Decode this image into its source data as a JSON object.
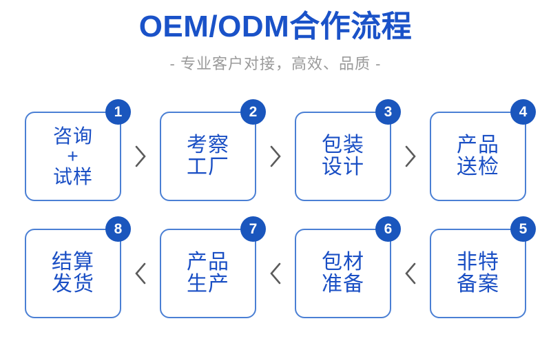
{
  "header": {
    "title": "OEM/ODM合作流程",
    "subtitle": "- 专业客户对接，高效、品质 -",
    "title_color": "#1a52c8",
    "subtitle_color": "#9a9a9a"
  },
  "theme": {
    "box_border": "#4a7fd4",
    "box_text": "#1a4fc4",
    "badge_fill": "#1a56bd",
    "badge_text": "#ffffff",
    "chevron": "#5b5b5b",
    "background": "#ffffff"
  },
  "flow": {
    "rows": [
      {
        "direction": "right",
        "connector_icon": "chevron-right-icon",
        "steps": [
          {
            "number": "1",
            "label": "咨询\n+\n试样",
            "lines": [
              "咨询",
              "+",
              "试样"
            ]
          },
          {
            "number": "2",
            "label": "考察\n工厂",
            "lines": [
              "考察",
              "工厂"
            ]
          },
          {
            "number": "3",
            "label": "包装\n设计",
            "lines": [
              "包装",
              "设计"
            ]
          },
          {
            "number": "4",
            "label": "产品\n送检",
            "lines": [
              "产品",
              "送检"
            ]
          }
        ]
      },
      {
        "direction": "left",
        "connector_icon": "chevron-left-icon",
        "steps": [
          {
            "number": "8",
            "label": "结算\n发货",
            "lines": [
              "结算",
              "发货"
            ]
          },
          {
            "number": "7",
            "label": "产品\n生产",
            "lines": [
              "产品",
              "生产"
            ]
          },
          {
            "number": "6",
            "label": "包材\n准备",
            "lines": [
              "包材",
              "准备"
            ]
          },
          {
            "number": "5",
            "label": "非特\n备案",
            "lines": [
              "非特",
              "备案"
            ]
          }
        ]
      }
    ]
  }
}
